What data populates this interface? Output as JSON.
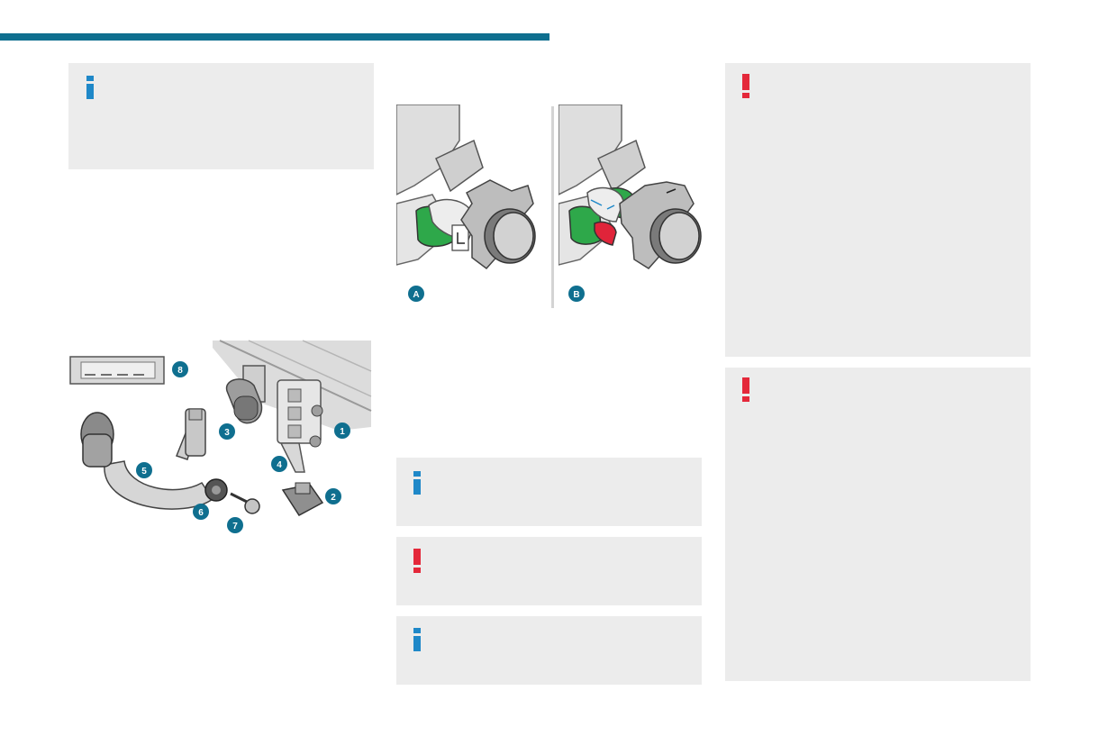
{
  "colors": {
    "accent": "#0f6f8f",
    "info": "#1f88c8",
    "warning": "#e4283a",
    "panel": "#ececec",
    "chrome_green": "#2ea84a",
    "chrome_red": "#e0243a"
  },
  "icons": {
    "info": "info-icon",
    "warning": "exclamation-icon"
  },
  "towbar_diagram": {
    "callouts": [
      "1",
      "2",
      "3",
      "4",
      "5",
      "6",
      "7",
      "8"
    ]
  },
  "knob_views": {
    "view_a": "A",
    "view_b": "B"
  }
}
